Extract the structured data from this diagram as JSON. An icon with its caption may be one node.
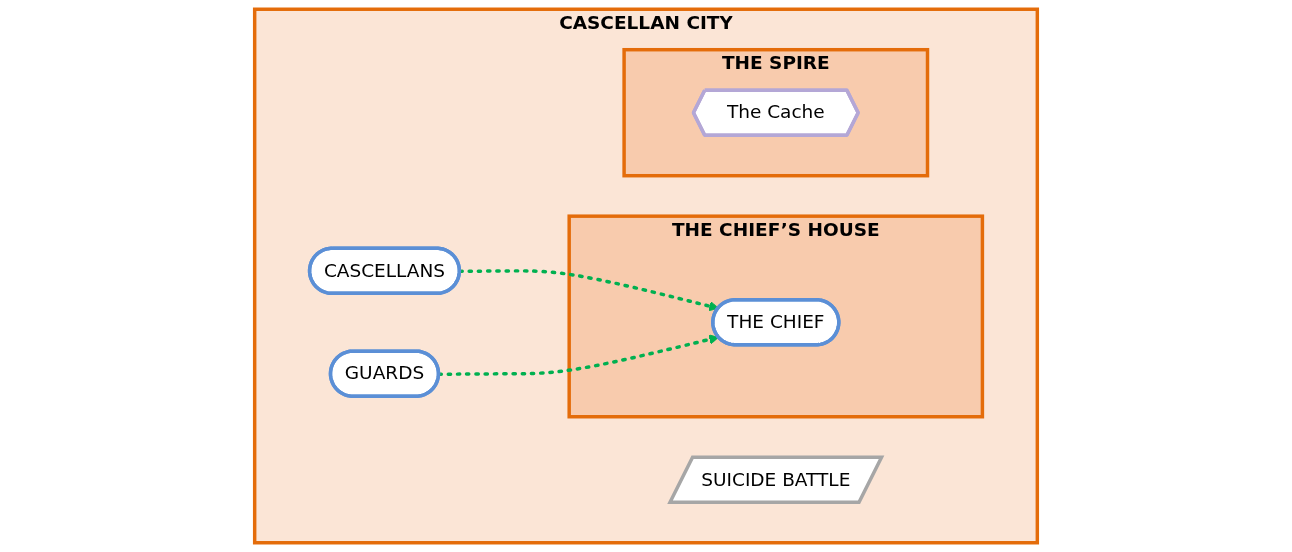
{
  "diagram": {
    "nodes": [
      {
        "text": [
          "CASCELLAN CITY"
        ]
      },
      {
        "text": [
          "CASCELLANS"
        ],
        "in": 0
      },
      {
        "text": [
          "THE CHIEF’S HOUSE"
        ],
        "in": 0
      },
      {
        "text": [
          "THE CHIEF"
        ],
        "in": 2
      },
      {
        "text": [
          "GUARDS"
        ],
        "in": 0
      },
      {
        "text": [
          "SUICIDE BATTLE"
        ],
        "in": 0
      },
      {
        "text": [
          "THE SPIRE"
        ],
        "in": 0
      },
      {
        "text": [
          "The Cache"
        ],
        "in": 6
      }
    ],
    "edges": [
      {
        "from": 1,
        "to": 3,
        "arrow": "to",
        "style": "dashed",
        "color": "#00b050"
      },
      {
        "from": 4,
        "to": 3,
        "arrow": "to",
        "style": "dashed",
        "color": "#00b050"
      }
    ]
  }
}
